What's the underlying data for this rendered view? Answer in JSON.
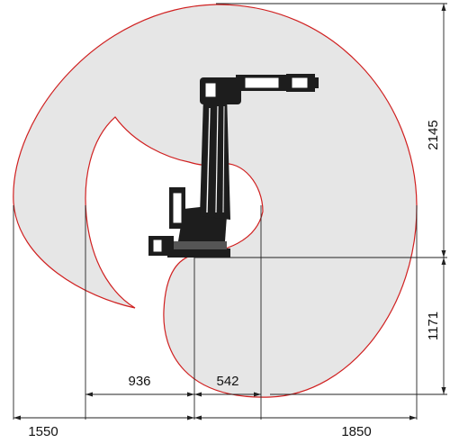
{
  "colors": {
    "envelope_stroke": "#d02020",
    "envelope_fill": "#e6e6e6",
    "dimension_line": "#222222",
    "robot_body": "#1d1d1d"
  },
  "dimensions": {
    "left_reach": "1550",
    "inner_left": "936",
    "inner_right": "542",
    "right_reach": "1850",
    "upper_height": "2145",
    "lower_height": "1171"
  }
}
